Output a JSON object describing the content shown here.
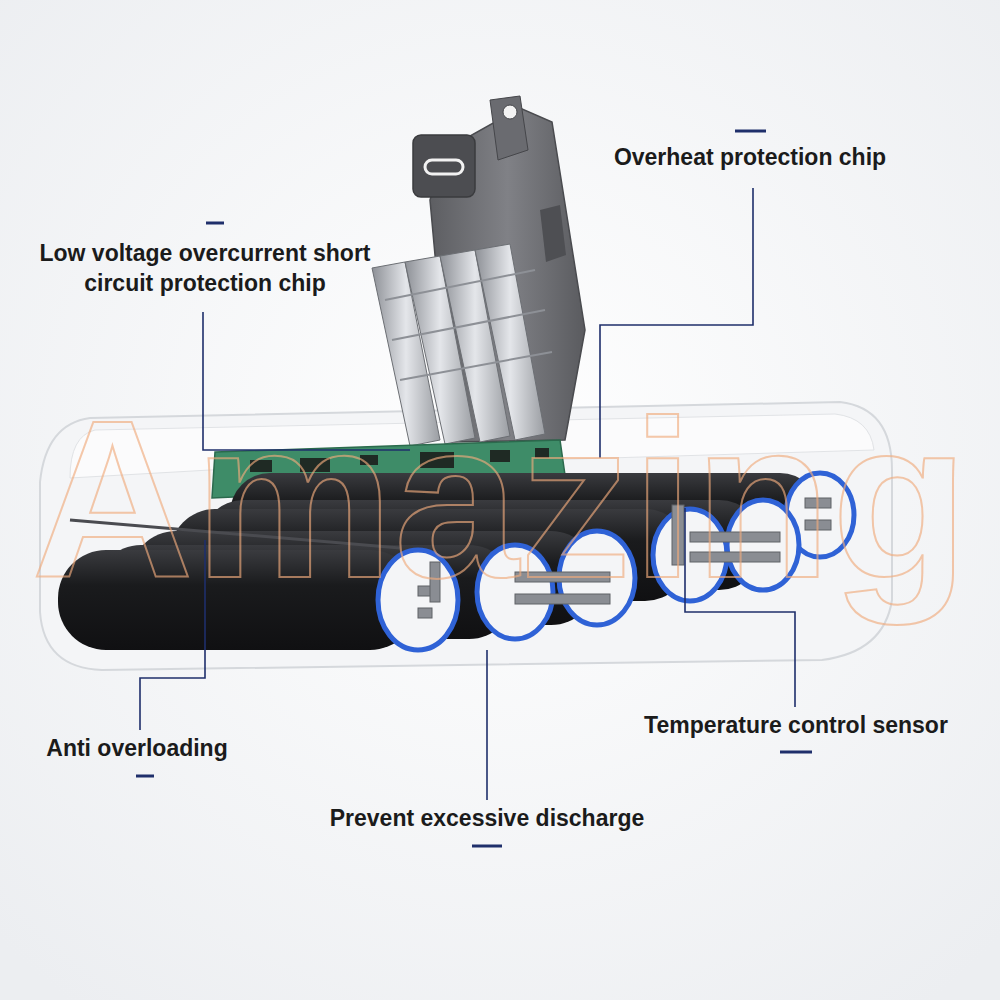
{
  "diagram": {
    "labels": [
      "Overheat protection chip",
      "Low voltage overcurrent short circuit protection chip",
      "Anti overloading",
      "Temperature control sensor",
      "Prevent excessive discharge",
      "Amazing"
    ]
  }
}
